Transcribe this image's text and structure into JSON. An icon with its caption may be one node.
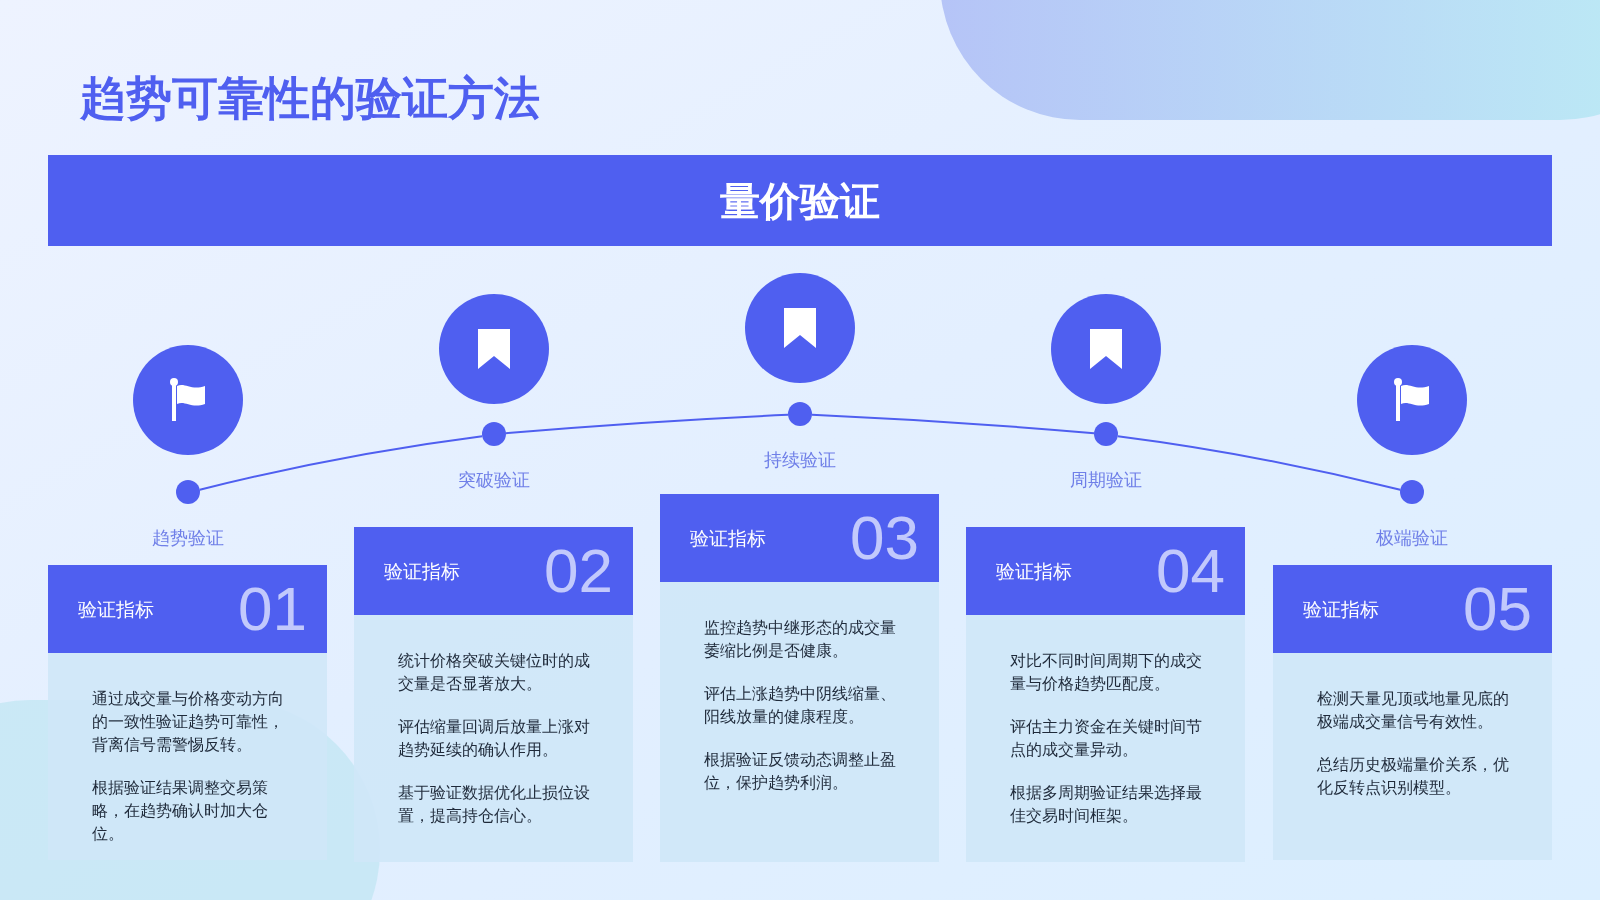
{
  "diagram": {
    "title": "趋势可靠性的验证方法",
    "nodes": [
      {
        "text": [
          "量价验证"
        ]
      },
      {
        "text": [],
        "shape": "circle",
        "beside": [
          "趋势验证"
        ]
      },
      {
        "text": [],
        "shape": "circle",
        "beside": [
          "突破验证"
        ]
      },
      {
        "text": [],
        "shape": "circle",
        "beside": [
          "持续验证"
        ]
      },
      {
        "text": [],
        "shape": "circle",
        "beside": [
          "周期验证"
        ]
      },
      {
        "text": [],
        "shape": "circle",
        "beside": [
          "极端验证"
        ]
      },
      {
        "text": [
          "验证指标",
          "01",
          "通过成交量与价格变动方向的一致性验证趋势可靠性，背离信号需警惕反转。",
          "根据验证结果调整交易策略，在趋势确认时加大仓位。"
        ]
      },
      {
        "text": [
          "验证指标",
          "02",
          "统计价格突破关键位时的成交量是否显著放大。",
          "评估缩量回调后放量上涨对趋势延续的确认作用。",
          "基于验证数据优化止损位设置，提高持仓信心。"
        ]
      },
      {
        "text": [
          "验证指标",
          "03",
          "监控趋势中继形态的成交量萎缩比例是否健康。",
          "评估上涨趋势中阴线缩量、阳线放量的健康程度。",
          "根据验证反馈动态调整止盈位，保护趋势利润。"
        ]
      },
      {
        "text": [
          "验证指标",
          "04",
          "对比不同时间周期下的成交量与价格趋势匹配度。",
          "评估主力资金在关键时间节点的成交量异动。",
          "根据多周期验证结果选择最佳交易时间框架。"
        ]
      },
      {
        "text": [
          "验证指标",
          "05",
          "检测天量见顶或地量见底的极端成交量信号有效性。",
          "总结历史极端量价关系，优化反转点识别模型。"
        ]
      }
    ],
    "edges": [
      {
        "from": 1,
        "to": 2,
        "arrow": "none"
      },
      {
        "from": 2,
        "to": 3,
        "arrow": "none"
      },
      {
        "from": 3,
        "to": 4,
        "arrow": "none"
      },
      {
        "from": 4,
        "to": 5,
        "arrow": "none"
      }
    ]
  }
}
